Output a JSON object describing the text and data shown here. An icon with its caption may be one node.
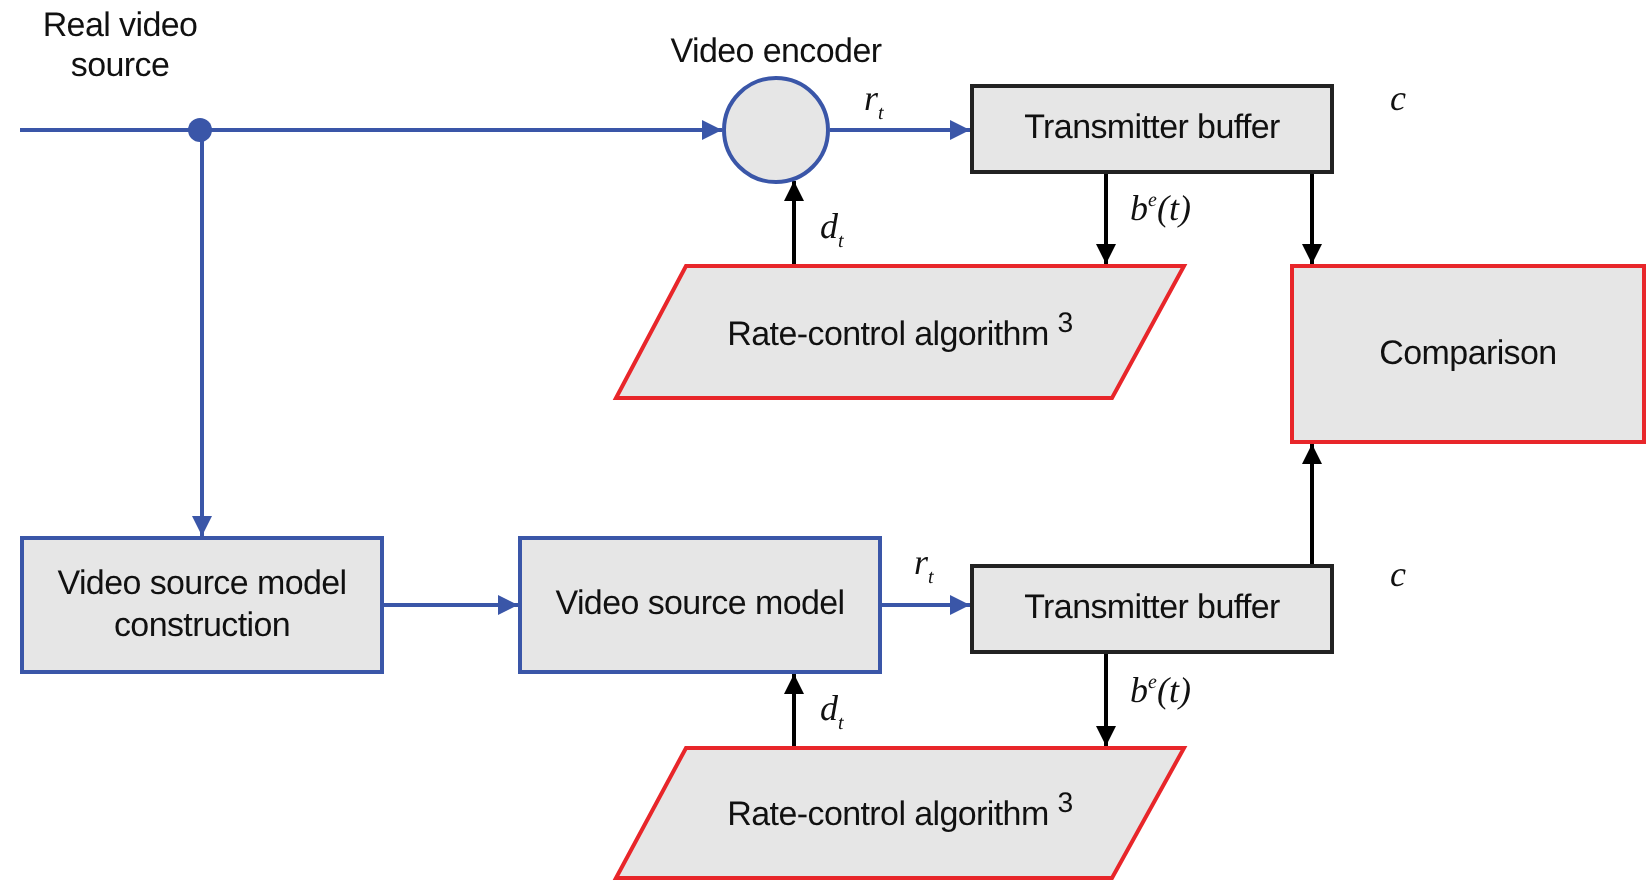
{
  "diagram": {
    "nodes": [
      {
        "text": [
          "Real video source"
        ]
      },
      {
        "text": [
          "Video encoder"
        ]
      },
      {
        "text": [
          "Transmitter buffer"
        ]
      },
      {
        "text": [
          "Rate-control algorithm $^{3}$"
        ]
      },
      {
        "text": [
          "Comparison"
        ]
      },
      {
        "text": [
          "Video source model construction"
        ]
      },
      {
        "text": [
          "Video source model"
        ]
      },
      {
        "text": [
          "Transmitter buffer"
        ]
      },
      {
        "text": [
          "Rate-control algorithm $^{3}$"
        ]
      }
    ],
    "edges": [
      {
        "from": 0,
        "to": 1,
        "arrow": "to",
        "color": "#3a56a8"
      },
      {
        "from": 0,
        "to": 5,
        "arrow": "to",
        "color": "#3a56a8"
      },
      {
        "from": 1,
        "to": 2,
        "arrow": "to",
        "label": "r$_{t}$",
        "color": "#3a56a8"
      },
      {
        "from": 3,
        "to": 1,
        "arrow": "to",
        "label": "d$_{t}$"
      },
      {
        "from": 2,
        "to": 3,
        "arrow": "to",
        "label": "b$^{e}$(t)"
      },
      {
        "from": 2,
        "to": 4,
        "arrow": "to",
        "label": "c"
      },
      {
        "from": 5,
        "to": 6,
        "arrow": "to",
        "color": "#3a56a8"
      },
      {
        "from": 6,
        "to": 7,
        "arrow": "to",
        "label": "r$_{t}$",
        "color": "#3a56a8"
      },
      {
        "from": 8,
        "to": 6,
        "arrow": "to",
        "label": "d$_{t}$"
      },
      {
        "from": 7,
        "to": 8,
        "arrow": "to",
        "label": "b$^{e}$(t)"
      },
      {
        "from": 7,
        "to": 4,
        "arrow": "to",
        "label": "c"
      }
    ]
  }
}
